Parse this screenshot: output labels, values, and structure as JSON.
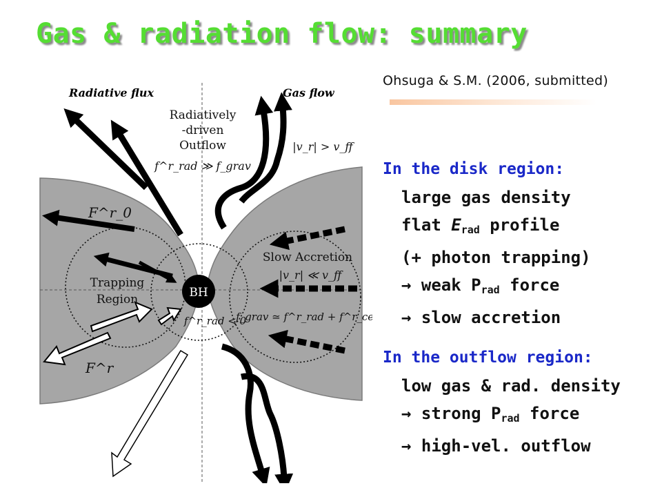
{
  "title": "Gas & radiation flow: summary",
  "citation": "Ohsuga & S.M. (2006, submitted)",
  "diagram": {
    "label_radiative_flux": "Radiative flux",
    "label_gas_flow": "Gas flow",
    "outflow_line1": "Radiatively",
    "outflow_line2": "-driven",
    "outflow_line3": "Outflow",
    "outflow_condition": "f^r_rad ≫ f_grav",
    "velocity_fast": "|v_r| > v_ff",
    "slow_accretion": "Slow Accretion",
    "velocity_slow": "|v_r| ≪ v_ff",
    "trapping_line1": "Trapping",
    "trapping_line2": "Region",
    "bh": "BH",
    "f_rad_negative": "f^r_rad < 0",
    "force_balance": "f_grav ≃ f^r_rad + f^r_cent",
    "flux_F0": "F^r_0",
    "flux_F": "F^r"
  },
  "disk_region": {
    "title": "In the disk region:",
    "items": [
      {
        "pre": "large gas density",
        "sub": "",
        "post": ""
      },
      {
        "pre": "flat ",
        "it": "E",
        "sub": "rad",
        "post": " profile"
      },
      {
        "pre": "(+ photon trapping)",
        "sub": "",
        "post": ""
      },
      {
        "pre": "→ weak P",
        "sub": "rad",
        "post": " force"
      },
      {
        "pre": "→ slow accretion",
        "sub": "",
        "post": ""
      }
    ]
  },
  "outflow_region": {
    "title": "In the outflow region:",
    "items": [
      {
        "pre": "low gas & rad. density",
        "sub": "",
        "post": ""
      },
      {
        "pre": "→ strong P",
        "sub": "rad",
        "post": " force"
      },
      {
        "pre": "→ high-vel. outflow",
        "sub": "",
        "post": ""
      }
    ]
  }
}
